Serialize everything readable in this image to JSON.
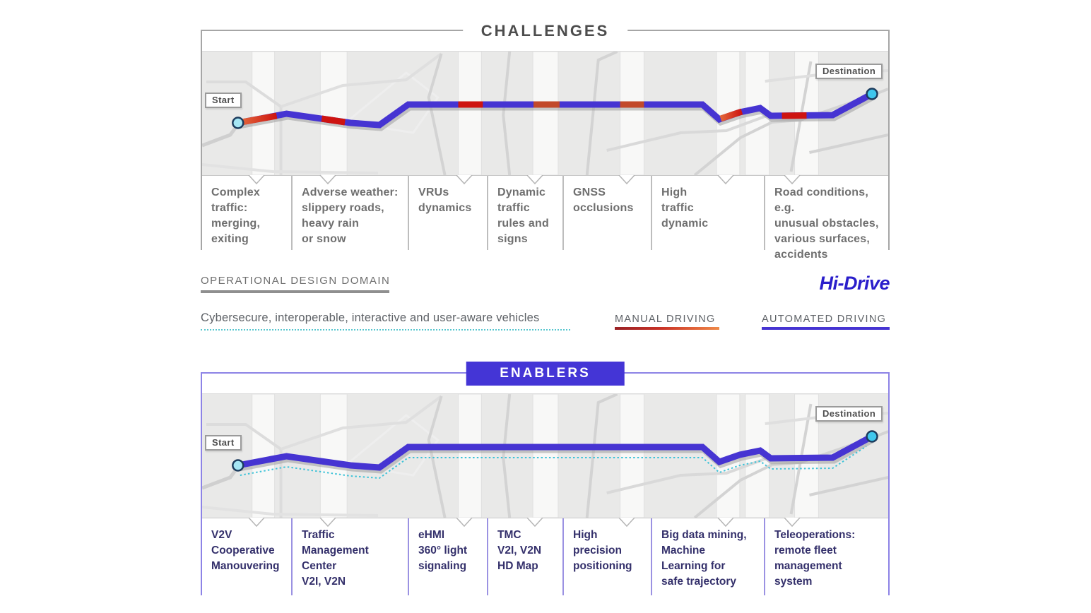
{
  "challenges": {
    "title": "CHALLENGES",
    "map": {
      "start_label": "Start",
      "destination_label": "Destination"
    },
    "items": [
      {
        "label": "Complex\ntraffic:\nmerging,\nexiting"
      },
      {
        "label": "Adverse weather:\nslippery roads,\nheavy rain\nor snow"
      },
      {
        "label": "VRUs\ndynamics"
      },
      {
        "label": "Dynamic\ntraffic\nrules and\nsigns"
      },
      {
        "label": "GNSS\nocclusions"
      },
      {
        "label": "High\ntraffic\ndynamic"
      },
      {
        "label": "Road conditions, e.g.\nunusual obstacles,\nvarious surfaces,\naccidents"
      }
    ]
  },
  "legend": {
    "odd_label": "OPERATIONAL DESIGN DOMAIN",
    "vehicles_label": "Cybersecure, interoperable, interactive and user-aware vehicles",
    "manual_label": "MANUAL DRIVING",
    "automated_label": "AUTOMATED DRIVING",
    "brand": "Hi-Drive"
  },
  "enablers": {
    "title": "ENABLERS",
    "map": {
      "start_label": "Start",
      "destination_label": "Destination"
    },
    "items": [
      {
        "label": "V2V\nCooperative\nManouvering"
      },
      {
        "label": "Traffic\nManagement\nCenter\nV2I, V2N"
      },
      {
        "label": "eHMI\n360° light\nsignaling"
      },
      {
        "label": "TMC\nV2I, V2N\nHD Map"
      },
      {
        "label": "High\nprecision\npositioning"
      },
      {
        "label": "Big data mining,\nMachine\nLearning for\nsafe trajectory"
      },
      {
        "label": "Teleoperations:\nremote fleet\nmanagement\nsystem"
      }
    ]
  },
  "colors": {
    "automated_driving_blue": "#4634d2",
    "manual_driving_red": "#ce1411",
    "manual_driving_orange": "#e2663a",
    "enabler_support_teal": "#3fc3d8",
    "brand_blue": "#2a1ecb",
    "marker_cyan": "#5fd2ee"
  }
}
